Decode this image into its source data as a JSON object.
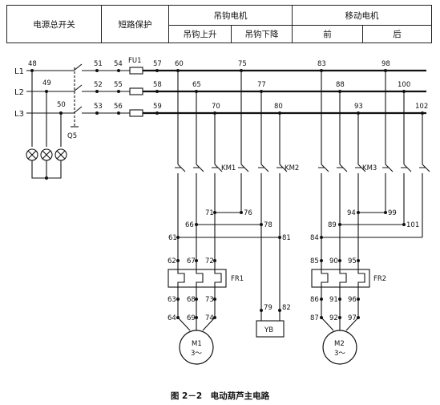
{
  "header": {
    "power_switch": "电源总开关",
    "short_protection": "短路保护",
    "hoist_motor": "吊钩电机",
    "move_motor": "移动电机",
    "hoist_up": "吊钩上升",
    "hoist_down": "吊钩下降",
    "forward": "前",
    "backward": "后"
  },
  "lines": {
    "l1": "L1",
    "l2": "L2",
    "l3": "L3"
  },
  "components": {
    "switch": "Q5",
    "fuse": "FU1",
    "km1": "KM1",
    "km2": "KM2",
    "km3": "KM3",
    "fr1": "FR1",
    "fr2": "FR2",
    "brake": "YB",
    "m1_name": "M1",
    "m1_phase": "3～",
    "m2_name": "M2",
    "m2_phase": "3～"
  },
  "nodes": {
    "n48": "48",
    "n49": "49",
    "n50": "50",
    "n51": "51",
    "n52": "52",
    "n53": "53",
    "n54": "54",
    "n55": "55",
    "n56": "56",
    "n57": "57",
    "n58": "58",
    "n59": "59",
    "n60": "60",
    "n65": "65",
    "n70": "70",
    "n75": "75",
    "n77": "77",
    "n80": "80",
    "n83": "83",
    "n88": "88",
    "n93": "93",
    "n98": "98",
    "n100": "100",
    "n102": "102",
    "n71": "71",
    "n76": "76",
    "n66": "66",
    "n78": "78",
    "n61": "61",
    "n81": "81",
    "n94": "94",
    "n99": "99",
    "n89": "89",
    "n101": "101",
    "n84": "84",
    "n62": "62",
    "n67": "67",
    "n72": "72",
    "n63": "63",
    "n68": "68",
    "n73": "73",
    "n64": "64",
    "n69": "69",
    "n74": "74",
    "n79": "79",
    "n82": "82",
    "n85": "85",
    "n90": "90",
    "n95": "95",
    "n86": "86",
    "n91": "91",
    "n96": "96",
    "n87": "87",
    "n92": "92",
    "n97": "97"
  },
  "caption": "图 2－2　电动葫芦主电路"
}
